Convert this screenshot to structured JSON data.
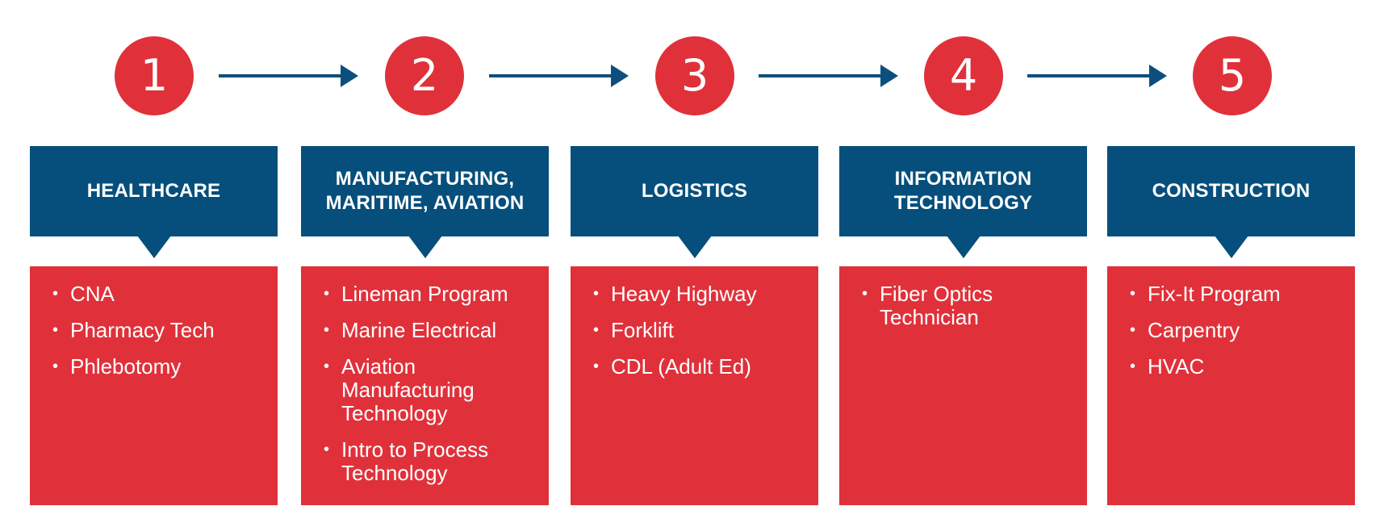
{
  "steps": [
    {
      "number": "1",
      "title": "HEALTHCARE",
      "items": [
        "CNA",
        "Pharmacy Tech",
        "Phlebotomy"
      ]
    },
    {
      "number": "2",
      "title": "MANUFACTURING,\nMARITIME, AVIATION",
      "items": [
        "Lineman Program",
        "Marine Electrical",
        "Aviation Manufacturing Technology",
        "Intro to Process Technology"
      ]
    },
    {
      "number": "3",
      "title": "LOGISTICS",
      "items": [
        "Heavy Highway",
        "Forklift",
        "CDL (Adult Ed)"
      ]
    },
    {
      "number": "4",
      "title": "INFORMATION\nTECHNOLOGY",
      "items": [
        "Fiber Optics Technician"
      ]
    },
    {
      "number": "5",
      "title": "CONSTRUCTION",
      "items": [
        "Fix-It Program",
        "Carpentry",
        "HVAC"
      ]
    }
  ],
  "colors": {
    "accent_red": "#e0313a",
    "header_blue": "#064f7c",
    "arrow_blue": "#0d4f7c"
  }
}
